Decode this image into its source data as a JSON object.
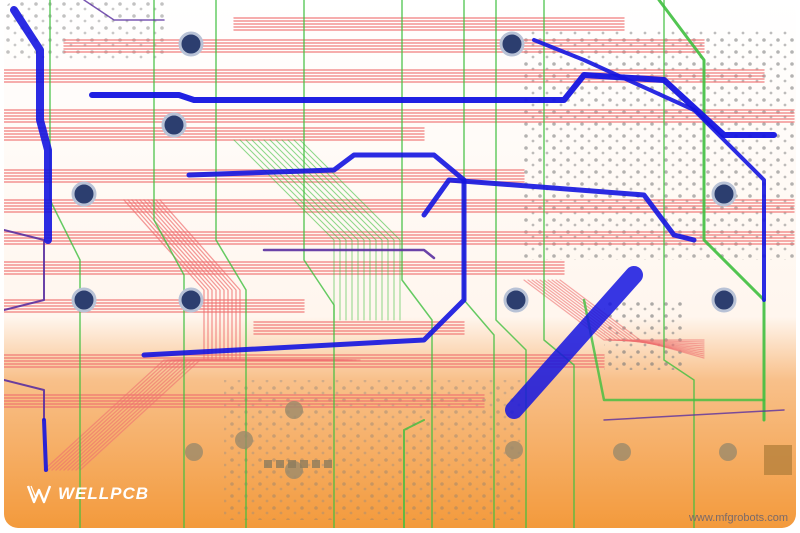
{
  "image": {
    "subject": "printed circuit board layout with colored signal traces, vias and mounting holes",
    "colors": {
      "trace_red": "#ef6f6f",
      "trace_green": "#3fbf3f",
      "trace_blue": "#1414e0",
      "trace_purple": "#5a2fa0",
      "background_top": "#ffffff",
      "background_bottom": "#f39a3c",
      "via": "#6f6f6f",
      "hole_ring": "#2c3e6f"
    }
  },
  "logo": {
    "brand": "WELLPCB",
    "icon": "wellpcb-logo-icon"
  },
  "watermark": {
    "text": "www.mfgrobots.com"
  }
}
